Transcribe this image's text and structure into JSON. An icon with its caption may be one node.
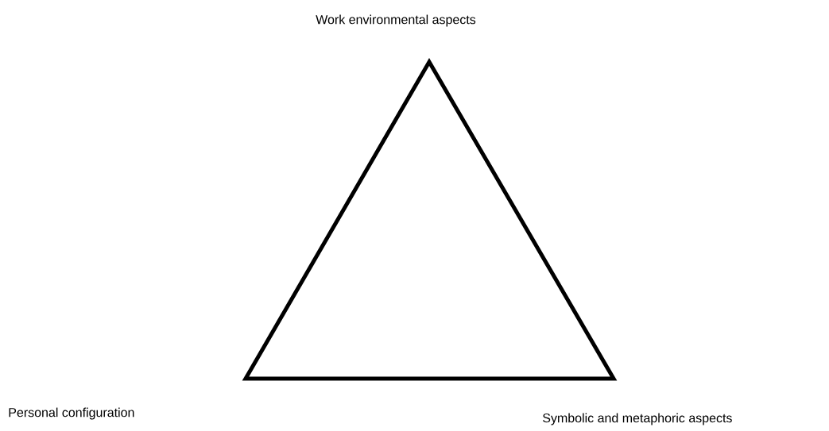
{
  "diagram": {
    "nodes": [
      {
        "text": [],
        "shape": "triangle"
      }
    ],
    "labels": [
      "Work environmental aspects",
      "Personal configuration",
      "Symbolic and metaphoric aspects"
    ]
  }
}
